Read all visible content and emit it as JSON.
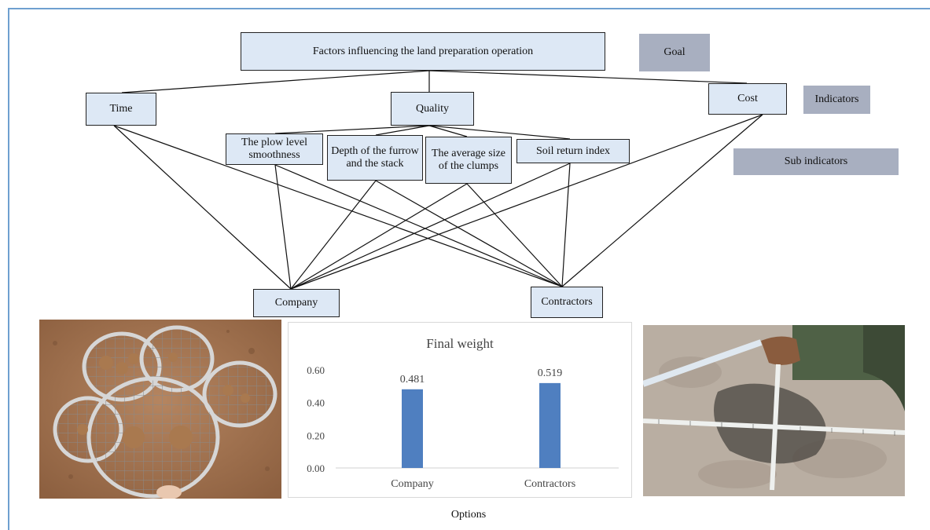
{
  "diagram": {
    "goal_node": "Factors influencing the land preparation operation",
    "indicators": [
      "Time",
      "Quality",
      "Cost"
    ],
    "sub_indicators": [
      "The plow level smoothness",
      "Depth of the furrow and the stack",
      "The average size of the clumps",
      "Soil return index"
    ],
    "options": [
      "Company",
      "Contractors"
    ],
    "legend": {
      "goal": "Goal",
      "indicators": "Indicators",
      "sub_indicators": "Sub indicators"
    },
    "colors": {
      "node_fill": "#dde8f5",
      "legend_fill": "#a8afc0",
      "frame": "#6fa0d0"
    }
  },
  "photos": {
    "left": "soil-sieves-with-clumps",
    "right": "measuring-tape-on-furrow"
  },
  "chart_data": {
    "type": "bar",
    "title": "Final weight",
    "xlabel": "Options",
    "ylabel": "",
    "categories": [
      "Company",
      "Contractors"
    ],
    "values": [
      0.481,
      0.519
    ],
    "data_labels": [
      "0.481",
      "0.519"
    ],
    "y_ticks": [
      "0.60",
      "0.40",
      "0.20",
      "0.00"
    ],
    "ylim": [
      0,
      0.6
    ],
    "grid": false,
    "bar_color": "#4f7fc0"
  }
}
